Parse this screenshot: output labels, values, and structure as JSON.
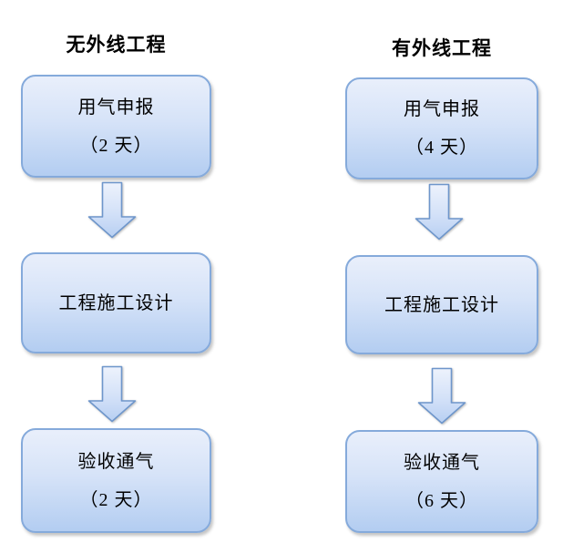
{
  "diagram": {
    "type": "flowchart",
    "columns": [
      {
        "title": "无外线工程",
        "steps": [
          {
            "lines": [
              "用气申报",
              "（2 天）"
            ]
          },
          {
            "lines": [
              "工程施工设计"
            ]
          },
          {
            "lines": [
              "验收通气",
              "（2 天）"
            ]
          }
        ]
      },
      {
        "title": "有外线工程",
        "steps": [
          {
            "lines": [
              "用气申报",
              "（4 天）"
            ]
          },
          {
            "lines": [
              "工程施工设计"
            ]
          },
          {
            "lines": [
              "验收通气",
              "（6 天）"
            ]
          }
        ]
      }
    ],
    "connectors": "down-block-arrows",
    "colors": {
      "background": "#ffffff",
      "box_border": "#85aadb",
      "box_fill_top": "#e9effb",
      "box_fill_bottom": "#b3cdf1",
      "arrow_fill_top": "#edf2fc",
      "arrow_fill_bottom": "#b7cff2",
      "arrow_stroke": "#6e96cb",
      "text": "#000000"
    }
  }
}
